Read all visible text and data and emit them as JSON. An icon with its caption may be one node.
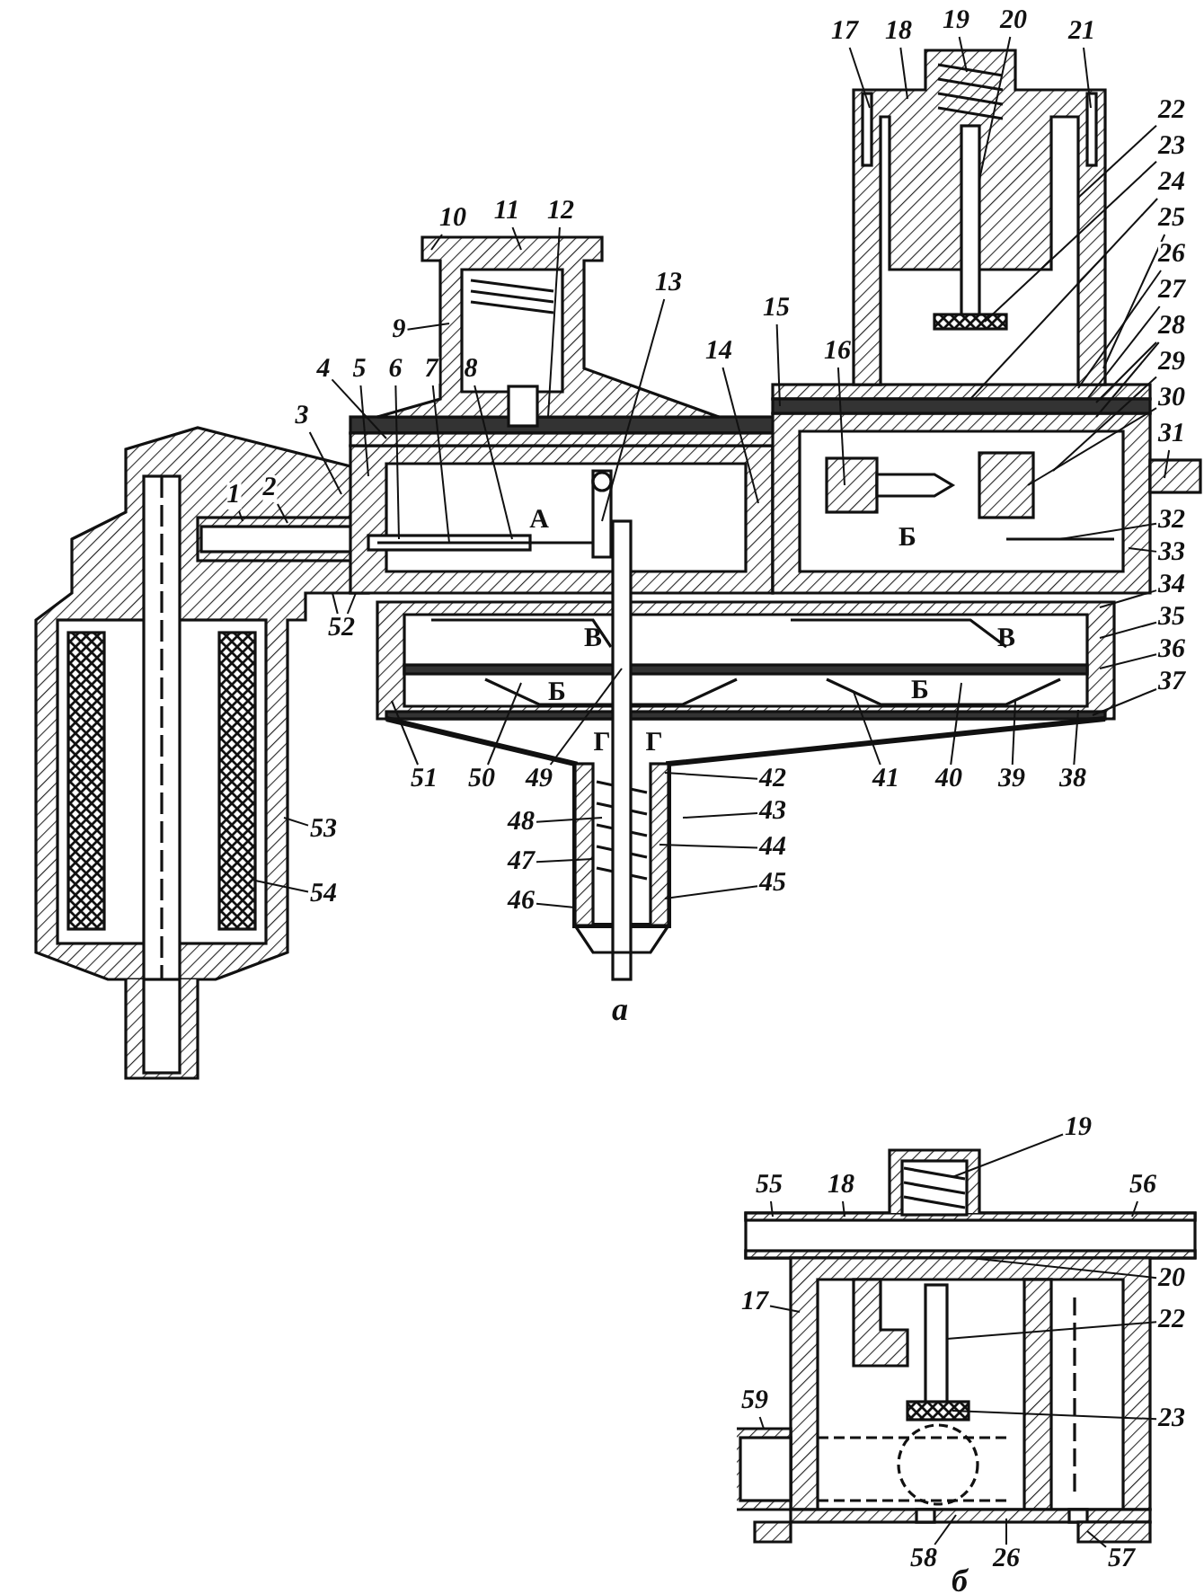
{
  "diagram": {
    "nodes": [
      {
        "text": [
          "1"
        ]
      },
      {
        "text": [
          "2"
        ]
      },
      {
        "text": [
          "3"
        ]
      },
      {
        "text": [
          "4"
        ]
      },
      {
        "text": [
          "5"
        ]
      },
      {
        "text": [
          "6"
        ]
      },
      {
        "text": [
          "7"
        ]
      },
      {
        "text": [
          "8"
        ]
      },
      {
        "text": [
          "9"
        ]
      },
      {
        "text": [
          "10"
        ]
      },
      {
        "text": [
          "11"
        ]
      },
      {
        "text": [
          "12"
        ]
      },
      {
        "text": [
          "13"
        ]
      },
      {
        "text": [
          "14"
        ]
      },
      {
        "text": [
          "15"
        ]
      },
      {
        "text": [
          "16"
        ]
      },
      {
        "text": [
          "17"
        ]
      },
      {
        "text": [
          "18"
        ]
      },
      {
        "text": [
          "19"
        ]
      },
      {
        "text": [
          "20"
        ]
      },
      {
        "text": [
          "21"
        ]
      },
      {
        "text": [
          "22"
        ]
      },
      {
        "text": [
          "23"
        ]
      },
      {
        "text": [
          "24"
        ]
      },
      {
        "text": [
          "25"
        ]
      },
      {
        "text": [
          "26"
        ]
      },
      {
        "text": [
          "27"
        ]
      },
      {
        "text": [
          "28"
        ]
      },
      {
        "text": [
          "29"
        ]
      },
      {
        "text": [
          "30"
        ]
      },
      {
        "text": [
          "31"
        ]
      },
      {
        "text": [
          "32"
        ]
      },
      {
        "text": [
          "33"
        ]
      },
      {
        "text": [
          "34"
        ]
      },
      {
        "text": [
          "35"
        ]
      },
      {
        "text": [
          "36"
        ]
      },
      {
        "text": [
          "37"
        ]
      },
      {
        "text": [
          "38"
        ]
      },
      {
        "text": [
          "39"
        ]
      },
      {
        "text": [
          "40"
        ]
      },
      {
        "text": [
          "41"
        ]
      },
      {
        "text": [
          "42"
        ]
      },
      {
        "text": [
          "43"
        ]
      },
      {
        "text": [
          "44"
        ]
      },
      {
        "text": [
          "45"
        ]
      },
      {
        "text": [
          "46"
        ]
      },
      {
        "text": [
          "47"
        ]
      },
      {
        "text": [
          "48"
        ]
      },
      {
        "text": [
          "49"
        ]
      },
      {
        "text": [
          "50"
        ]
      },
      {
        "text": [
          "51"
        ]
      },
      {
        "text": [
          "52"
        ]
      },
      {
        "text": [
          "53"
        ]
      },
      {
        "text": [
          "54"
        ]
      },
      {
        "text": [
          "55"
        ]
      },
      {
        "text": [
          "18"
        ]
      },
      {
        "text": [
          "19"
        ]
      },
      {
        "text": [
          "56"
        ]
      },
      {
        "text": [
          "17"
        ]
      },
      {
        "text": [
          "20"
        ]
      },
      {
        "text": [
          "22"
        ]
      },
      {
        "text": [
          "23"
        ]
      },
      {
        "text": [
          "59"
        ]
      },
      {
        "text": [
          "58"
        ]
      },
      {
        "text": [
          "26"
        ]
      },
      {
        "text": [
          "57"
        ]
      }
    ],
    "edges": [
      {
        "from": 0,
        "to": null,
        "arrow": "none"
      },
      {
        "from": 1,
        "to": null,
        "arrow": "none"
      },
      {
        "from": 2,
        "to": null,
        "arrow": "none"
      },
      {
        "from": 3,
        "to": null,
        "arrow": "none"
      },
      {
        "from": 4,
        "to": null,
        "arrow": "none"
      },
      {
        "from": 5,
        "to": null,
        "arrow": "none"
      },
      {
        "from": 6,
        "to": null,
        "arrow": "none"
      },
      {
        "from": 7,
        "to": null,
        "arrow": "none"
      },
      {
        "from": 8,
        "to": null,
        "arrow": "none"
      },
      {
        "from": 9,
        "to": null,
        "arrow": "none"
      },
      {
        "from": 10,
        "to": null,
        "arrow": "none"
      },
      {
        "from": 11,
        "to": null,
        "arrow": "none"
      },
      {
        "from": 12,
        "to": null,
        "arrow": "none"
      },
      {
        "from": 13,
        "to": null,
        "arrow": "none"
      },
      {
        "from": 14,
        "to": null,
        "arrow": "none"
      },
      {
        "from": 15,
        "to": null,
        "arrow": "none"
      },
      {
        "from": 16,
        "to": null,
        "arrow": "none"
      },
      {
        "from": 17,
        "to": null,
        "arrow": "none"
      },
      {
        "from": 18,
        "to": null,
        "arrow": "none"
      },
      {
        "from": 19,
        "to": null,
        "arrow": "none"
      },
      {
        "from": 20,
        "to": null,
        "arrow": "none"
      },
      {
        "from": 21,
        "to": null,
        "arrow": "none"
      },
      {
        "from": 22,
        "to": null,
        "arrow": "none"
      },
      {
        "from": 23,
        "to": null,
        "arrow": "none"
      },
      {
        "from": 24,
        "to": null,
        "arrow": "none"
      },
      {
        "from": 25,
        "to": null,
        "arrow": "none"
      },
      {
        "from": 26,
        "to": null,
        "arrow": "none"
      },
      {
        "from": 27,
        "to": null,
        "arrow": "none"
      },
      {
        "from": 27,
        "to": null,
        "arrow": "none"
      },
      {
        "from": 28,
        "to": null,
        "arrow": "none"
      },
      {
        "from": 29,
        "to": null,
        "arrow": "none"
      },
      {
        "from": 30,
        "to": null,
        "arrow": "none"
      },
      {
        "from": 31,
        "to": null,
        "arrow": "none"
      },
      {
        "from": 32,
        "to": null,
        "arrow": "none"
      },
      {
        "from": 33,
        "to": null,
        "arrow": "none"
      },
      {
        "from": 34,
        "to": null,
        "arrow": "none"
      },
      {
        "from": 35,
        "to": null,
        "arrow": "none"
      },
      {
        "from": 36,
        "to": null,
        "arrow": "none"
      },
      {
        "from": 37,
        "to": null,
        "arrow": "none"
      },
      {
        "from": 38,
        "to": null,
        "arrow": "none"
      },
      {
        "from": 39,
        "to": null,
        "arrow": "none"
      },
      {
        "from": 40,
        "to": null,
        "arrow": "none"
      },
      {
        "from": 41,
        "to": null,
        "arrow": "none"
      },
      {
        "from": 42,
        "to": null,
        "arrow": "none"
      },
      {
        "from": 43,
        "to": null,
        "arrow": "none"
      },
      {
        "from": 44,
        "to": null,
        "arrow": "none"
      },
      {
        "from": 45,
        "to": null,
        "arrow": "none"
      },
      {
        "from": 46,
        "to": null,
        "arrow": "none"
      },
      {
        "from": 47,
        "to": null,
        "arrow": "none"
      },
      {
        "from": 48,
        "to": null,
        "arrow": "none"
      },
      {
        "from": 49,
        "to": null,
        "arrow": "none"
      },
      {
        "from": 50,
        "to": null,
        "arrow": "none"
      },
      {
        "from": 51,
        "to": null,
        "arrow": "none"
      },
      {
        "from": 51,
        "to": null,
        "arrow": "none"
      },
      {
        "from": 52,
        "to": null,
        "arrow": "none"
      },
      {
        "from": 53,
        "to": null,
        "arrow": "none"
      },
      {
        "from": 54,
        "to": null,
        "arrow": "none"
      },
      {
        "from": 55,
        "to": null,
        "arrow": "none"
      },
      {
        "from": 56,
        "to": null,
        "arrow": "none"
      },
      {
        "from": 57,
        "to": null,
        "arrow": "none"
      },
      {
        "from": 58,
        "to": null,
        "arrow": "none"
      },
      {
        "from": 59,
        "to": null,
        "arrow": "none"
      },
      {
        "from": 60,
        "to": null,
        "arrow": "none"
      },
      {
        "from": 61,
        "to": null,
        "arrow": "none"
      },
      {
        "from": 62,
        "to": null,
        "arrow": "none"
      },
      {
        "from": 63,
        "to": null,
        "arrow": "none"
      },
      {
        "from": 64,
        "to": null,
        "arrow": "none"
      },
      {
        "from": 65,
        "to": null,
        "arrow": "none"
      }
    ],
    "labels": [
      "Б",
      "А",
      "В",
      "В",
      "Б",
      "Б",
      "Г",
      "Г",
      "а",
      "б"
    ]
  }
}
